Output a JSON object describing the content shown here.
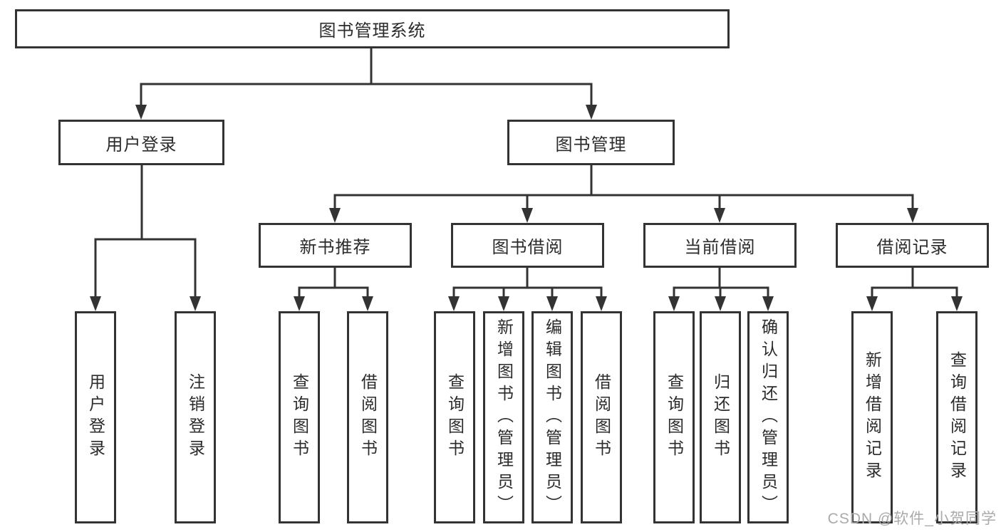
{
  "diagram": {
    "type": "hierarchy-tree",
    "watermark": "CSDN @软件_小贺同学",
    "colors": {
      "line": "#333333",
      "box_border": "#333333",
      "box_background": "#ffffff",
      "text": "#2b2b2b",
      "watermark": "#aaaaaa",
      "background": "#ffffff"
    },
    "tree": {
      "label": "图书管理系统",
      "children": [
        {
          "label": "用户登录",
          "children": [
            {
              "label": "用户登录"
            },
            {
              "label": "注销登录"
            }
          ]
        },
        {
          "label": "图书管理",
          "children": [
            {
              "label": "新书推荐",
              "children": [
                {
                  "label": "查询图书"
                },
                {
                  "label": "借阅图书"
                }
              ]
            },
            {
              "label": "图书借阅",
              "children": [
                {
                  "label": "查询图书"
                },
                {
                  "label": "新增图书（管理员）"
                },
                {
                  "label": "编辑图书（管理员）"
                },
                {
                  "label": "借阅图书"
                }
              ]
            },
            {
              "label": "当前借阅",
              "children": [
                {
                  "label": "查询图书"
                },
                {
                  "label": "归还图书"
                },
                {
                  "label": "确认归还（管理员）"
                }
              ]
            },
            {
              "label": "借阅记录",
              "children": [
                {
                  "label": "新增借阅记录"
                },
                {
                  "label": "查询借阅记录"
                }
              ]
            }
          ]
        }
      ]
    }
  }
}
